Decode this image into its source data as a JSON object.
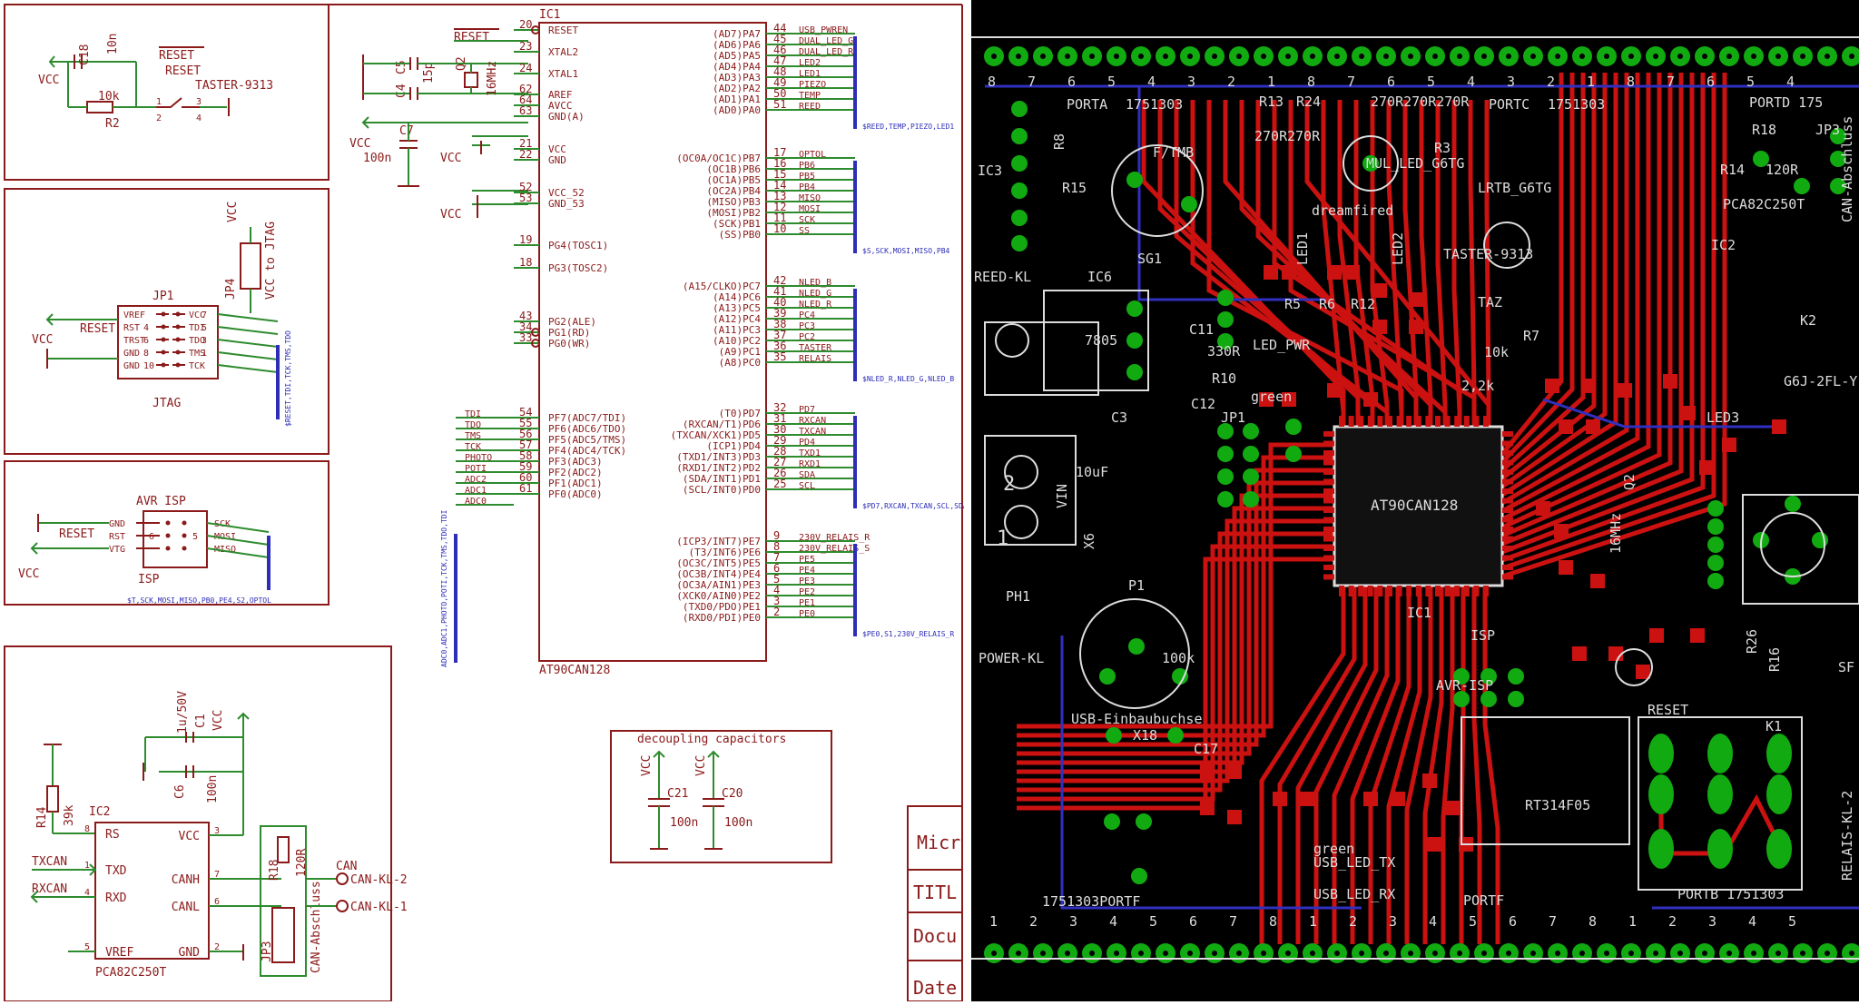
{
  "colors": {
    "wire": "#2e8b2e",
    "symbol": "#8b1a1a",
    "bus": "#2d2db8",
    "frame": "#8b1a1a",
    "pcb_bg": "#000000",
    "pcb_track": "#cc1111",
    "pcb_pad": "#11aa11",
    "pcb_silk": "#dddddd",
    "pcb_bottom": "#3030c0"
  },
  "schematic": {
    "reset_block": {
      "cap": "C18",
      "cap_val": "10n",
      "vcc": "VCC",
      "reset_net": "RESET",
      "button": "RESET",
      "button_part": "TASTER-9313",
      "res_val": "10k",
      "res": "R2",
      "pin1": "1",
      "pin2": "2",
      "pin3": "3",
      "pin4": "4"
    },
    "jtag_block": {
      "vcc_top": "VCC",
      "jp4_label": "VCC to JTAG",
      "jp4": "JP4",
      "jp1": "JP1",
      "connector": "JTAG",
      "vcc_left": "VCC",
      "reset_net": "RESET",
      "left_pins": [
        "VREF",
        "RST",
        "TRST",
        "GND",
        "GND"
      ],
      "right_pins": [
        "VCC",
        "TDI",
        "TDO",
        "TMS",
        "TCK"
      ],
      "pin_nums_left": [
        "4",
        "6",
        "8",
        "10"
      ],
      "pin_nums_right": [
        "7",
        "5",
        "3",
        "1"
      ],
      "bus_label": "$RESET,TDI,TCK,TMS,TDO"
    },
    "isp_block": {
      "title": "AVR ISP",
      "connector": "ISP",
      "vcc": "VCC",
      "reset_net": "RESET",
      "left_pins": [
        "GND",
        "RST",
        "VTG"
      ],
      "right_pins": [
        "SCK",
        "MOSI",
        "MISO"
      ],
      "bus_label": "$T,SCK,MOSI,MISO,PB0,PE4,S2,OPTOL",
      "num_l": "6",
      "num_r": "5"
    },
    "can_block": {
      "cap1": "C1",
      "cap1_val": "1u/50V",
      "cap2": "C6",
      "cap2_val": "100n",
      "vcc_top": "VCC",
      "res": "R14",
      "res_val": "39k",
      "ic": "IC2",
      "left_pins": [
        "RS",
        "TXD",
        "RXD",
        "VREF"
      ],
      "left_nums": [
        "8",
        "1",
        "4",
        "5"
      ],
      "right_pins": [
        "VCC",
        "CANH",
        "CANL",
        "GND"
      ],
      "right_nums": [
        "3",
        "7",
        "6",
        "2"
      ],
      "part": "PCA82C250T",
      "txcan": "TXCAN",
      "rxcan": "RXCAN",
      "r18": "R18",
      "r18_val": "120R",
      "jp3": "JP3",
      "abschluss": "CAN-Abschluss",
      "can": "CAN",
      "can_kl2": "CAN-KL-2",
      "can_kl1": "CAN-KL-1"
    },
    "xtal_block": {
      "c5": "C5",
      "c4": "C4",
      "c5_val": "15p",
      "q2": "Q2",
      "q2_val": "16MHz",
      "c7": "C7",
      "c7_val": "100n",
      "reset_net": "RESET",
      "vcc_avcc": "VCC",
      "vcc1": "VCC",
      "vcc2": "VCC"
    },
    "ic1": {
      "name": "IC1",
      "part": "AT90CAN128",
      "left_pins": [
        {
          "num": "20",
          "name": "RESET"
        },
        {
          "num": "23",
          "name": "XTAL2"
        },
        {
          "num": "24",
          "name": "XTAL1"
        },
        {
          "num": "62",
          "name": "AREF"
        },
        {
          "num": "64",
          "name": "AVCC"
        },
        {
          "num": "63",
          "name": "GND(A)"
        },
        {
          "num": "21",
          "name": "VCC"
        },
        {
          "num": "22",
          "name": "GND"
        },
        {
          "num": "52",
          "name": "VCC_52"
        },
        {
          "num": "53",
          "name": "GND_53"
        },
        {
          "num": "19",
          "name": "PG4(TOSC1)"
        },
        {
          "num": "18",
          "name": "PG3(TOSC2)"
        },
        {
          "num": "43",
          "name": "PG2(ALE)"
        },
        {
          "num": "34",
          "name": "PG1(RD)"
        },
        {
          "num": "33",
          "name": "PG0(WR)"
        },
        {
          "num": "54",
          "name": "PF7(ADC7/TDI)"
        },
        {
          "num": "55",
          "name": "PF6(ADC6/TDO)"
        },
        {
          "num": "56",
          "name": "PF5(ADC5/TMS)"
        },
        {
          "num": "57",
          "name": "PF4(ADC4/TCK)"
        },
        {
          "num": "58",
          "name": "PF3(ADC3)"
        },
        {
          "num": "59",
          "name": "PF2(ADC2)"
        },
        {
          "num": "60",
          "name": "PF1(ADC1)"
        },
        {
          "num": "61",
          "name": "PF0(ADC0)"
        }
      ],
      "left_nets": [
        "TDI",
        "TDO",
        "TMS",
        "TCK",
        "PHOTO",
        "POTI",
        "ADC2",
        "ADC1",
        "ADC0"
      ],
      "left_bus_label": "ADC0,ADC1,PHOTO,POTI,TCK,TMS,TDO,TDI",
      "right_pins": [
        {
          "num": "44",
          "name": "(AD7)PA7",
          "net": "USB_PWREN"
        },
        {
          "num": "45",
          "name": "(AD6)PA6",
          "net": "DUAL_LED_G"
        },
        {
          "num": "46",
          "name": "(AD5)PA5",
          "net": "DUAL_LED_R"
        },
        {
          "num": "47",
          "name": "(AD4)PA4",
          "net": "LED2"
        },
        {
          "num": "48",
          "name": "(AD3)PA3",
          "net": "LED1"
        },
        {
          "num": "49",
          "name": "(AD2)PA2",
          "net": "PIEZO"
        },
        {
          "num": "50",
          "name": "(AD1)PA1",
          "net": "TEMP"
        },
        {
          "num": "51",
          "name": "(AD0)PA0",
          "net": "REED"
        },
        {
          "num": "17",
          "name": "(OC0A/OC1C)PB7",
          "net": "OPTOL"
        },
        {
          "num": "16",
          "name": "(OC1B)PB6",
          "net": "PB6"
        },
        {
          "num": "15",
          "name": "(OC1A)PB5",
          "net": "PB5"
        },
        {
          "num": "14",
          "name": "(OC2A)PB4",
          "net": "PB4"
        },
        {
          "num": "13",
          "name": "(MISO)PB3",
          "net": "MISO"
        },
        {
          "num": "12",
          "name": "(MOSI)PB2",
          "net": "MOSI"
        },
        {
          "num": "11",
          "name": "(SCK)PB1",
          "net": "SCK"
        },
        {
          "num": "10",
          "name": "(SS)PB0",
          "net": "SS"
        },
        {
          "num": "42",
          "name": "(A15/CLKO)PC7",
          "net": "NLED_B"
        },
        {
          "num": "41",
          "name": "(A14)PC6",
          "net": "NLED_G"
        },
        {
          "num": "40",
          "name": "(A13)PC5",
          "net": "NLED_R"
        },
        {
          "num": "39",
          "name": "(A12)PC4",
          "net": "PC4"
        },
        {
          "num": "38",
          "name": "(A11)PC3",
          "net": "PC3"
        },
        {
          "num": "37",
          "name": "(A10)PC2",
          "net": "PC2"
        },
        {
          "num": "36",
          "name": "(A9)PC1",
          "net": "TASTER"
        },
        {
          "num": "35",
          "name": "(A8)PC0",
          "net": "RELAIS"
        },
        {
          "num": "32",
          "name": "(T0)PD7",
          "net": "PD7"
        },
        {
          "num": "31",
          "name": "(RXCAN/T1)PD6",
          "net": "RXCAN"
        },
        {
          "num": "30",
          "name": "(TXCAN/XCK1)PD5",
          "net": "TXCAN"
        },
        {
          "num": "29",
          "name": "(ICP1)PD4",
          "net": "PD4"
        },
        {
          "num": "28",
          "name": "(TXD1/INT3)PD3",
          "net": "TXD1"
        },
        {
          "num": "27",
          "name": "(RXD1/INT2)PD2",
          "net": "RXD1"
        },
        {
          "num": "26",
          "name": "(SDA/INT1)PD1",
          "net": "SDA"
        },
        {
          "num": "25",
          "name": "(SCL/INT0)PD0",
          "net": "SCL"
        },
        {
          "num": "9",
          "name": "(ICP3/INT7)PE7",
          "net": "230V_RELAIS_R"
        },
        {
          "num": "8",
          "name": "(T3/INT6)PE6",
          "net": "230V_RELAIS_S"
        },
        {
          "num": "7",
          "name": "(OC3C/INT5)PE5",
          "net": "PE5"
        },
        {
          "num": "6",
          "name": "(OC3B/INT4)PE4",
          "net": "PE4"
        },
        {
          "num": "5",
          "name": "(OC3A/AIN1)PE3",
          "net": "PE3"
        },
        {
          "num": "4",
          "name": "(XCK0/AIN0)PE2",
          "net": "PE2"
        },
        {
          "num": "3",
          "name": "(TXD0/PDO)PE1",
          "net": "PE1"
        },
        {
          "num": "2",
          "name": "(RXD0/PDI)PE0",
          "net": "PE0"
        }
      ],
      "bus_labels": [
        "$REED,TEMP,PIEZO,LED1",
        "$S,SCK,MOSI,MISO,PB4",
        "$NLED_R,NLED_G,NLED_B",
        "$PD7,RXCAN,TXCAN,SCL,SDA",
        "$PE0,S1,230V_RELAIS_R"
      ]
    },
    "decoupling": {
      "title": "decoupling capacitors",
      "vcc1": "VCC",
      "vcc2": "VCC",
      "c21": "C21",
      "c20": "C20",
      "c21_val": "100n",
      "c20_val": "100n"
    },
    "title_block": [
      "Micr",
      "TITL",
      "Docu",
      "Date"
    ]
  },
  "pcb": {
    "labels": {
      "porta": "PORTA",
      "porta_part": "1751303",
      "portc": "PORTC",
      "portc_part": "1751303",
      "portd": "PORTD 175",
      "r13": "R13",
      "r24": "R24",
      "r13_val": "270R",
      "r24_val": "270R",
      "portc_r": "270R270R270R",
      "r8": "R8",
      "ftmb": "F/TMB",
      "sg1": "SG1",
      "mul_led": "MUL_LED_G6TG",
      "r3": "R3",
      "lrtb": "LRTB_G6TG",
      "ic3": "IC3",
      "r15": "R15",
      "reedkl": "REED-KL",
      "ic6": "IC6",
      "x7805": "7805",
      "dreamfired": "dreamfired",
      "led1": "LED1",
      "led2": "LED2",
      "taster9313": "TASTER-9313",
      "taz": "TAZ",
      "r5": "R5",
      "r6": "R6",
      "r12": "R12",
      "r7": "R7",
      "r10k": "10k",
      "rk22": "2,2k",
      "c11": "C11",
      "c330": "330R",
      "led_pwr": "LED_PWR",
      "r10": "R10",
      "green": "green",
      "c3": "C3",
      "c12": "C12",
      "jp1": "JP1",
      "u10uf": "10uF",
      "x6": "X6",
      "vin": "VIN",
      "ic1": "IC1",
      "chip": "AT90CAN128",
      "q2": "Q2",
      "c16mhz": "16MHz",
      "led3": "LED3",
      "pca": "PCA82C250T",
      "ic2": "IC2",
      "r18": "R18",
      "r14": "R14",
      "r120": "120R",
      "jp3": "JP3",
      "abschluss": "CAN-Abschluss",
      "ph1": "PH1",
      "powerkl": "POWER-KL",
      "p1": "P1",
      "k100": "100k",
      "usb": "USB-Einbaubuchse",
      "x18": "X18",
      "c17": "C17",
      "isp": "ISP",
      "avrisp": "AVR-ISP",
      "reset": "RESET",
      "rt": "RT314F05",
      "k1": "K1",
      "relaiskl": "RELAIS-KL-2",
      "portf": "1751303PORTF",
      "usb_led_tx": "USB_LED_TX",
      "usb_led_rx": "USB_LED_RX",
      "portb": "PORTB 1751303",
      "portf2": "PORTF",
      "r26": "R26",
      "r16": "R16",
      "sf": "SF",
      "k2": "K2",
      "g6j": "G6J-2FL-Y",
      "pin1": "1",
      "pin2": "2",
      "num_row": [
        "8",
        "7",
        "6",
        "5",
        "4",
        "3",
        "2",
        "1",
        "8",
        "7",
        "6",
        "5",
        "4",
        "3",
        "2",
        "1",
        "8",
        "7",
        "6",
        "5",
        "4"
      ],
      "num_row_bottom": [
        "1",
        "2",
        "3",
        "4",
        "5",
        "6",
        "7",
        "8",
        "1",
        "2",
        "3",
        "4",
        "5",
        "6",
        "7",
        "8",
        "1",
        "2",
        "3",
        "4",
        "5"
      ]
    }
  }
}
